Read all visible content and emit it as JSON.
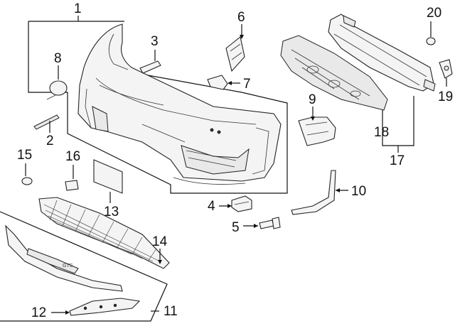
{
  "callouts": [
    {
      "id": "1",
      "label": "1"
    },
    {
      "id": "2",
      "label": "2"
    },
    {
      "id": "3",
      "label": "3"
    },
    {
      "id": "4",
      "label": "4"
    },
    {
      "id": "5",
      "label": "5"
    },
    {
      "id": "6",
      "label": "6"
    },
    {
      "id": "7",
      "label": "7"
    },
    {
      "id": "8",
      "label": "8"
    },
    {
      "id": "9",
      "label": "9"
    },
    {
      "id": "10",
      "label": "10"
    },
    {
      "id": "11",
      "label": "11"
    },
    {
      "id": "12",
      "label": "12"
    },
    {
      "id": "13",
      "label": "13"
    },
    {
      "id": "14",
      "label": "14"
    },
    {
      "id": "15",
      "label": "15"
    },
    {
      "id": "16",
      "label": "16"
    },
    {
      "id": "17",
      "label": "17"
    },
    {
      "id": "18",
      "label": "18"
    },
    {
      "id": "19",
      "label": "19"
    },
    {
      "id": "20",
      "label": "20"
    }
  ],
  "spoiler_badge_text": "GTS"
}
